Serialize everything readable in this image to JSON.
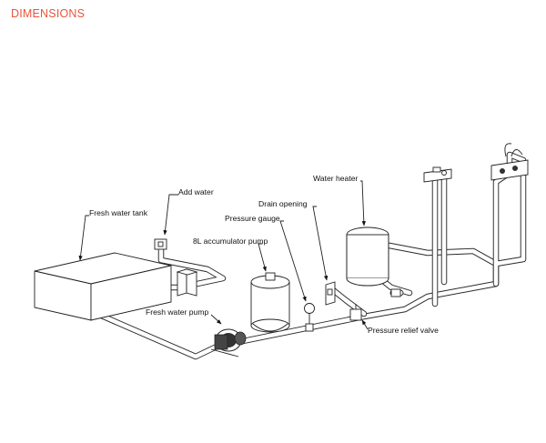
{
  "title": "DIMENSIONS",
  "colors": {
    "title": "#e8553b",
    "line": "#222222",
    "background": "#ffffff"
  },
  "labels": {
    "add_water": "Add water",
    "fresh_water_tank": "Fresh water tank",
    "accumulator_pump": "8L accumulator pump",
    "pressure_gauge": "Pressure gauge",
    "drain_opening": "Drain opening",
    "water_heater": "Water heater",
    "fresh_water_pump": "Fresh water pump",
    "pressure_relief_valve": "Pressure relief valve"
  }
}
